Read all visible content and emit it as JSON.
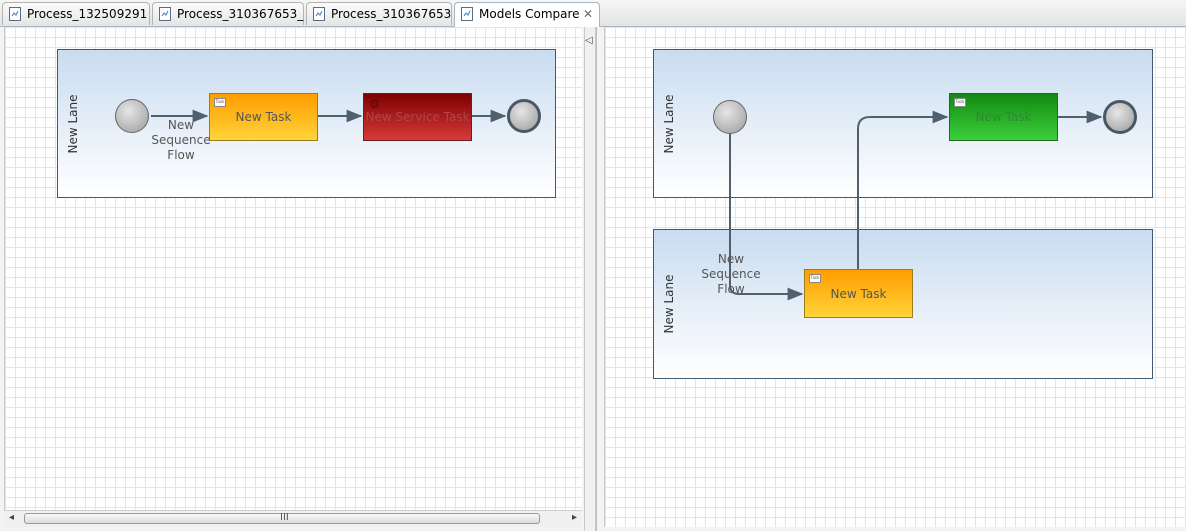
{
  "tabs": [
    {
      "label": "Process_132509291"
    },
    {
      "label": "Process_310367653_"
    },
    {
      "label": "Process_310367653"
    },
    {
      "label": "Models Compare"
    }
  ],
  "icons": {
    "tab_icon": "process-file-icon",
    "close": "close-icon",
    "collapse": "triangle-left-icon"
  },
  "left_diagram": {
    "lane_label": "New Lane",
    "flow_label": "New\nSequence\nFlow",
    "task_yellow": "New Task",
    "task_red": "New Service Task",
    "task_badge": "Task"
  },
  "right_diagram": {
    "lane1_label": "New Lane",
    "lane2_label": "New Lane",
    "flow_label": "New\nSequence\nFlow",
    "task_green": "New Task",
    "task_yellow": "New Task",
    "task_badge": "Task"
  },
  "scrollbar": {
    "grip": "III"
  },
  "colors": {
    "edge": "#4f6070",
    "grid": "#dfe6ee"
  }
}
